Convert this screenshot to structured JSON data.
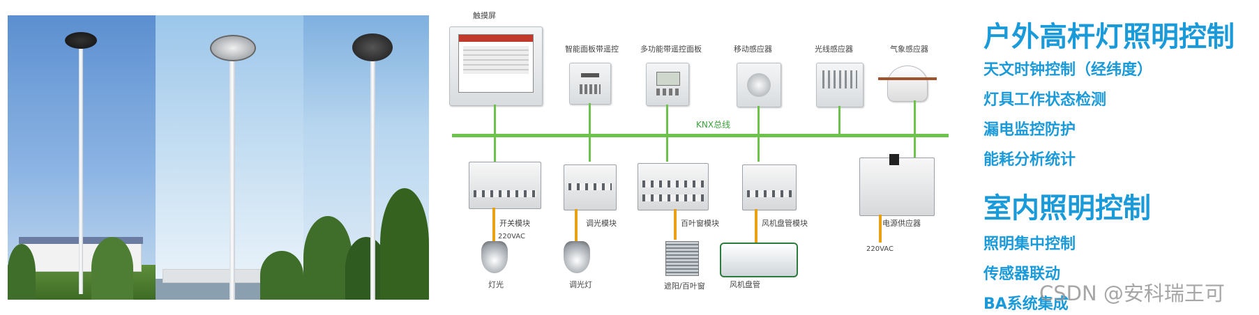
{
  "diagram": {
    "bus_label": "KNX总线",
    "devices_top": {
      "touchscreen": "触摸屏",
      "smart_panel": "智能面板带遥控",
      "multi_panel": "多功能带遥控面板",
      "motion_sensor": "移动感应器",
      "light_sensor": "光线感应器",
      "weather_sensor": "气象感应器"
    },
    "modules": {
      "switch_module": "开关模块",
      "dimmer_module": "调光模块",
      "blind_module": "百叶窗模块",
      "fan_module": "风机盘管模块",
      "power_supply": "电源供应器"
    },
    "voltage_1": "220VAC",
    "voltage_2": "220VAC",
    "loads": {
      "light": "灯光",
      "dimmable_light": "调光灯",
      "blinds": "遮阳/百叶窗",
      "fan_coil": "风机盘管"
    }
  },
  "features": {
    "outdoor_title": "户外高杆灯照明控制",
    "outdoor_items": [
      "天文时钟控制（经纬度）",
      "灯具工作状态检测",
      "漏电监控防护",
      "能耗分析统计"
    ],
    "indoor_title": "室内照明控制",
    "indoor_items": [
      "照明集中控制",
      "传感器联动",
      "BA系统集成"
    ]
  },
  "watermark": "CSDN @安科瑞王可",
  "colors": {
    "accent_blue": "#1a9ad9",
    "bus_green": "#6cc24a",
    "power_orange": "#e8a015"
  }
}
